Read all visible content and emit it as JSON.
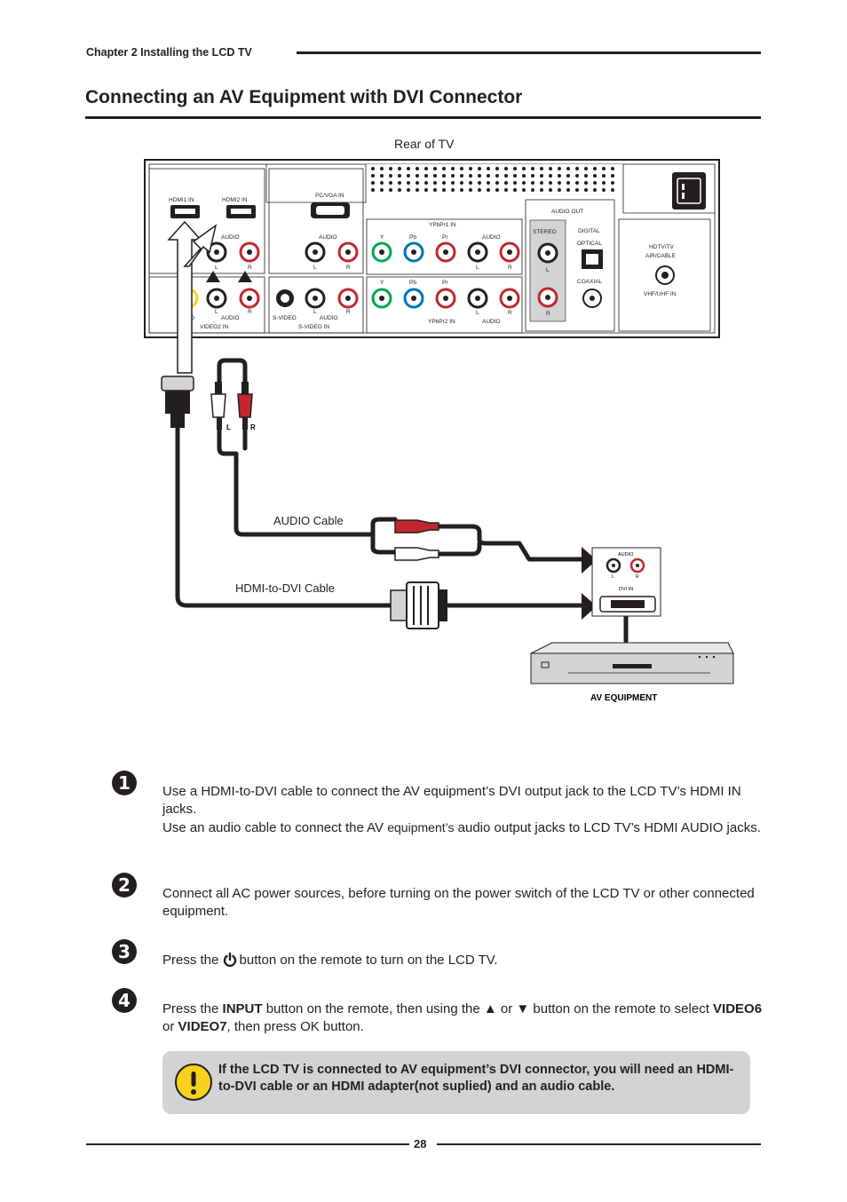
{
  "header": {
    "chapter": "Chapter 2 Installing the LCD TV",
    "title": "Connecting an AV Equipment with DVI Connector"
  },
  "diagram": {
    "rear_label": "Rear of TV",
    "panel": {
      "hdmi1": "HDMI1 IN",
      "hdmi2": "HDMI2 IN",
      "audio": "AUDIO",
      "l": "L",
      "r": "R",
      "pcvga": "PC/VGA IN",
      "ypbpr1": "YPbPr1 IN",
      "ypbpr2": "YPbPr2 IN",
      "y": "Y",
      "pb": "Pb",
      "pr": "Pr",
      "audio_out": "AUDIO OUT",
      "stereo": "STEREO",
      "digital": "DIGITAL",
      "optical": "OPTICAL",
      "coaxial": "COAXIAL",
      "hdtv": "HDTV/TV",
      "aircable": "AIR/CABLE",
      "vhfuhf": "VHF/UHF IN",
      "svideo": "S-VIDEO",
      "svideo_in": "S-VIDEO IN",
      "video2_in": "VIDEO2 IN",
      "video": "DEO"
    },
    "audio_cable": "AUDIO Cable",
    "hdmi_dvi_cable": "HDMI-to-DVI Cable",
    "plug_l": "L",
    "plug_r": "R",
    "device_audio": "AUDIO",
    "device_dvi": "DVI IN",
    "av_equipment": "AV EQUIPMENT"
  },
  "steps": [
    {
      "num": "1",
      "line1": "Use a HDMI-to-DVI cable to connect the AV equipment’s DVI output jack to the LCD TV’s HDMI IN jacks.",
      "line2a": "Use an audio cable to connect the AV ",
      "line2b": "equipment’s",
      "line2c": " audio output jacks to LCD TV’s HDMI AUDIO jacks."
    },
    {
      "num": "2",
      "text": "Connect all AC power sources, before turning on the power switch of the LCD TV or other connected equipment."
    },
    {
      "num": "3",
      "before": "Press the ",
      "after": "button on the remote to turn on the LCD TV."
    },
    {
      "num": "4",
      "p1": "Press the ",
      "input": "INPUT",
      "p2": " button on the remote, then using the ▲ or ▼ button on the remote to select ",
      "video6": "VIDEO6",
      "or": " or ",
      "video7": "VIDEO7",
      "p3": ", then press OK button."
    }
  ],
  "note": "If the LCD TV is connected to AV equipment’s DVI connector,  you will need an HDMI-to-DVI cable or  an HDMI adapter(not suplied) and an audio cable.",
  "page_number": "28"
}
